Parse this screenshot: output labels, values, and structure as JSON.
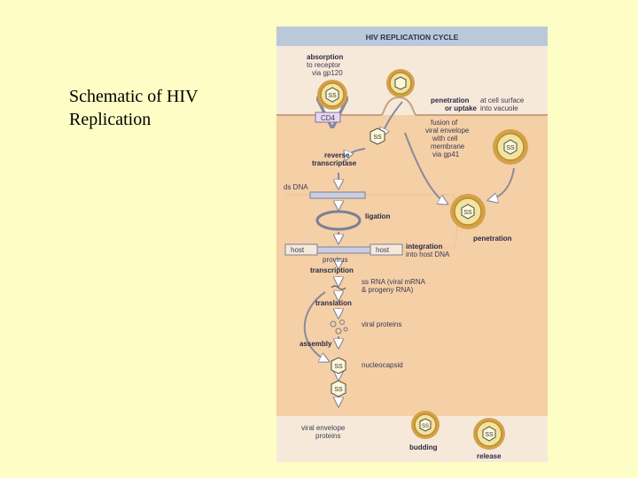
{
  "slide": {
    "caption_line1": "Schematic of HIV",
    "caption_line2": "Replication"
  },
  "figure": {
    "title": "HIV REPLICATION CYCLE",
    "colors": {
      "background": "#f5cfa6",
      "band": "#f7e9da",
      "header": "#b9c9da",
      "virus_core": "#f1e3a0",
      "spike": "#d2a24a"
    },
    "labels": {
      "absorption_1": "absorption",
      "absorption_2": "to receptor",
      "absorption_3": "via gp120",
      "cd4": "CD4",
      "penetration_surface": "penetration",
      "penetration_surface_2": "at cell surface",
      "uptake": "or uptake",
      "uptake_2": "into vacuole",
      "fusion_1": "fusion of",
      "fusion_2": "viral envelope",
      "fusion_3": "with cell",
      "fusion_4": "membrane",
      "fusion_5": "via gp41",
      "rt_1": "reverse",
      "rt_2": "transcriptase",
      "ds_dna": "ds DNA",
      "ligation": "ligation",
      "host_left": "host",
      "host_right": "host",
      "provirus": "provirus",
      "integration": "integration",
      "integration_2": "into host DNA",
      "penetration_low": "penetration",
      "transcription": "transcription",
      "ssrna_1": "ss RNA (viral mRNA",
      "ssrna_2": "& progeny RNA)",
      "translation": "translation",
      "viral_proteins": "viral proteins",
      "assembly": "assembly",
      "nucleocapsid": "nucleocapsid",
      "env_1": "viral envelope",
      "env_2": "proteins",
      "budding": "budding",
      "release": "release"
    }
  }
}
